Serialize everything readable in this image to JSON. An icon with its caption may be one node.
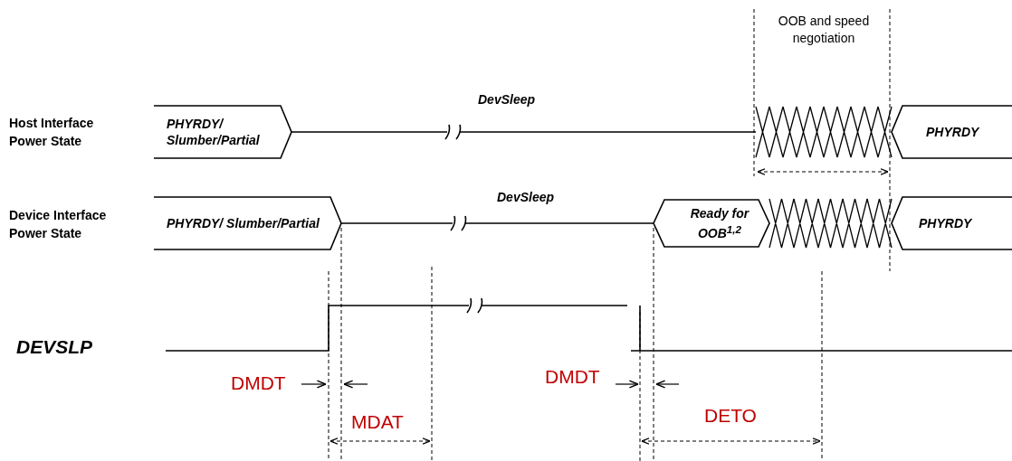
{
  "diagram": {
    "nodes": [
      {
        "text": [
          "PHYRDY/ Slumber/Partial"
        ]
      },
      {
        "text": [
          "PHYRDY"
        ]
      },
      {
        "text": [
          "PHYRDY/ Slumber/Partial"
        ]
      },
      {
        "text": [
          "Ready for OOB$^{1,2}$"
        ]
      },
      {
        "text": [
          "PHYRDY"
        ]
      }
    ],
    "labels": [
      "OOB and speed negotiation",
      "DevSleep",
      "Host Interface Power State",
      "DevSleep",
      "Device Interface Power State",
      "DEVSLP",
      "DMDT",
      "DMDT",
      "MDAT",
      "DETO"
    ]
  }
}
